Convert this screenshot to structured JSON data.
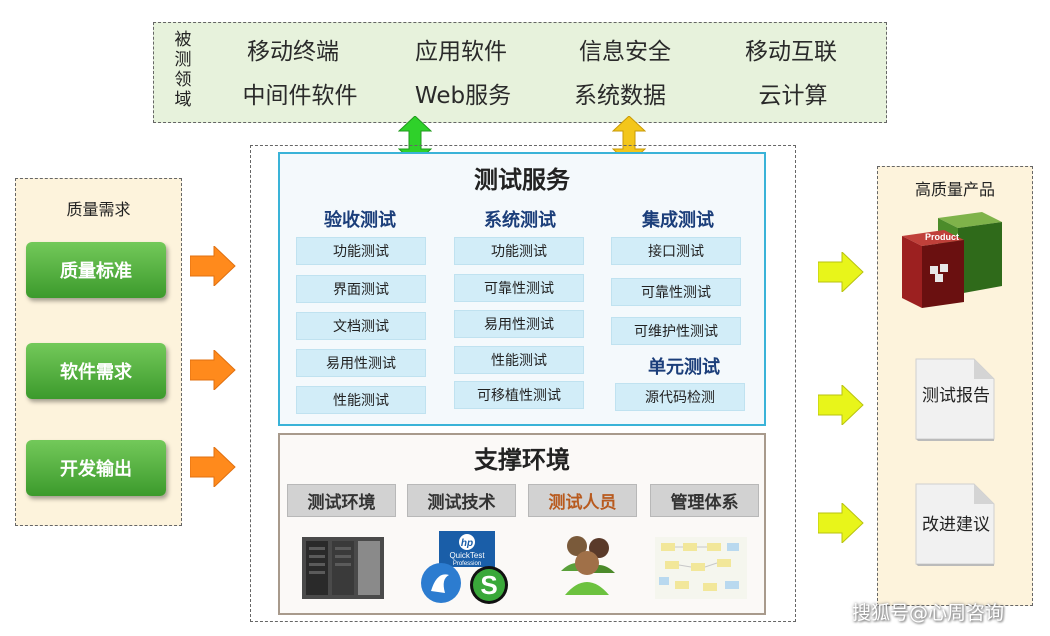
{
  "domains": {
    "label": "被测领域",
    "items": [
      "移动终端",
      "应用软件",
      "信息安全",
      "移动互联",
      "中间件软件",
      "Web服务",
      "系统数据",
      "云计算"
    ]
  },
  "quality": {
    "title": "质量需求",
    "items": [
      "质量标准",
      "软件需求",
      "开发输出"
    ]
  },
  "services": {
    "title": "测试服务",
    "columns": [
      {
        "title": "验收测试",
        "items": [
          "功能测试",
          "界面测试",
          "文档测试",
          "易用性测试",
          "性能测试"
        ]
      },
      {
        "title": "系统测试",
        "items": [
          "功能测试",
          "可靠性测试",
          "易用性测试",
          "性能测试",
          "可移植性测试"
        ]
      },
      {
        "title": "集成测试",
        "items": [
          "接口测试",
          "可靠性测试",
          "可维护性测试"
        ]
      },
      {
        "title": "单元测试",
        "items": [
          "源代码检测"
        ]
      }
    ]
  },
  "support": {
    "title": "支撑环境",
    "items": [
      "测试环境",
      "测试技术",
      "测试人员",
      "管理体系"
    ],
    "highlight_color": "#b85a1e",
    "logo_text": [
      "hp",
      "QuickTest",
      "Profession"
    ]
  },
  "products": {
    "title": "高质量产品",
    "box_label": "Product",
    "docs": [
      "测试报告",
      "改进建议"
    ]
  },
  "watermark": "搜狐号@心周咨询",
  "colors": {
    "green_arrow": "#2fd12a",
    "yellow_arrow": "#f3c61a",
    "orange_arrow": "#ff8a1c",
    "lime_arrow": "#e8f51a",
    "service_border": "#3ab3d8",
    "title_blue": "#1b3e7a"
  }
}
